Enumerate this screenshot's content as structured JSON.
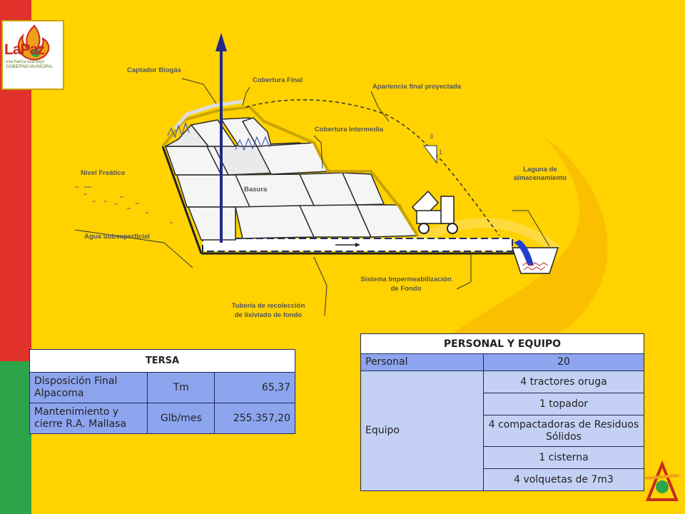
{
  "logo": {
    "name": "LaPaz",
    "tagline": "una fuerza una boys GOBIERNO MUNICIPAL"
  },
  "diagram": {
    "labels": {
      "captador": "Captador Biogás",
      "cobertura_final": "Cobertura Final",
      "apariencia": "Apariencia final proyectada",
      "cobertura_intermedia": "Cobertura Intermedia",
      "nivel_freatico": "Nivel Freático",
      "basura": "Basura",
      "agua_subsuperficial": "Agua Subsuperficial",
      "laguna_line1": "Laguna de",
      "laguna_line2": "almacenamiento",
      "sistema_line1": "Sistema Impermeabilización",
      "sistema_line2": "de Fondo",
      "tuberia_line1": "Tubería de recolección",
      "tuberia_line2": "de lixiviado de fondo",
      "slope_v": "3",
      "slope_h": "1"
    }
  },
  "tersa": {
    "header": "TERSA",
    "rows": [
      {
        "desc": "Disposición Final Alpacoma",
        "unit": "Tm",
        "value": "65,37"
      },
      {
        "desc": "Mantenimiento y cierre R.A. Mallasa",
        "unit": "Glb/mes",
        "value": "255.357,20"
      }
    ]
  },
  "personal_equipo": {
    "header": "PERSONAL Y EQUIPO",
    "personal_label": "Personal",
    "personal_value": "20",
    "equipo_label": "Equipo",
    "equipo_items": [
      "4 tractores oruga",
      "1 topador",
      "4 compactadoras de Residuos Sólidos",
      "1 cisterna",
      "4 volquetas de 7m3"
    ]
  }
}
